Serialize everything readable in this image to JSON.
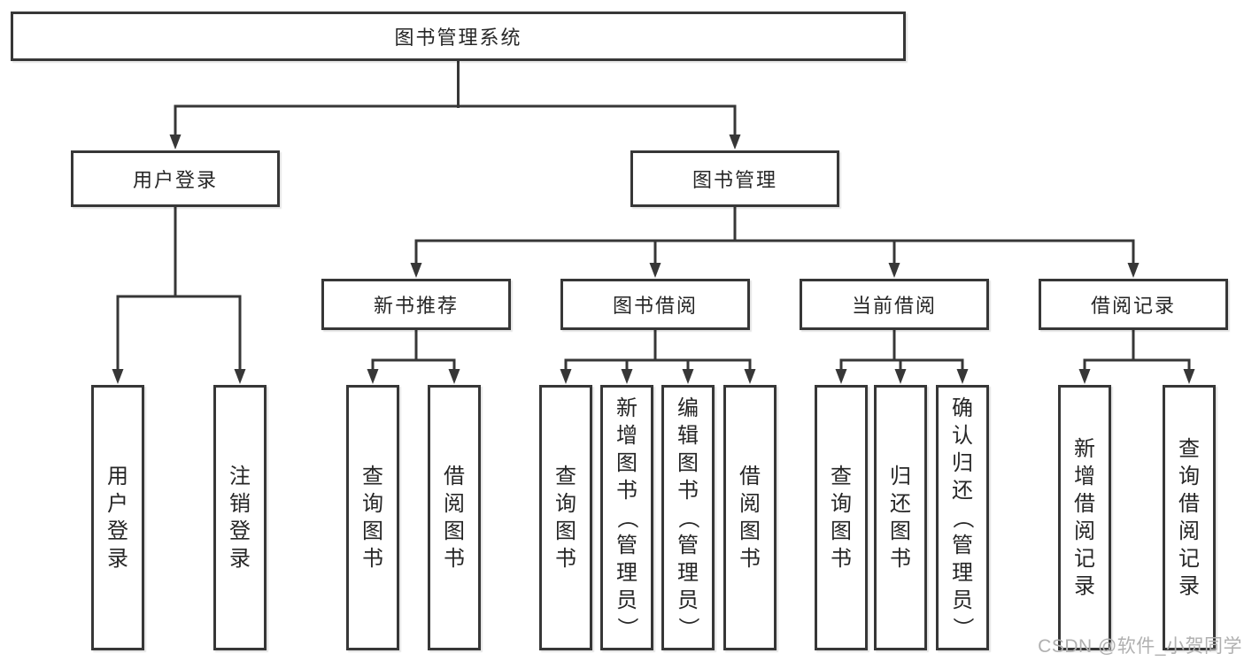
{
  "title": "图书管理系统",
  "nodes": {
    "root": "图书管理系统",
    "user_login": "用户登录",
    "book_management": "图书管理",
    "new_book_recommend": "新书推荐",
    "book_borrow": "图书借阅",
    "current_borrow": "当前借阅",
    "borrow_records": "借阅记录",
    "user_login_leaf": "用户登录",
    "logout_leaf": "注销登录",
    "query_books_nb": "查询图书",
    "borrow_books_nb": "借阅图书",
    "query_books_bb": "查询图书",
    "add_books_admin": "新增图书（管理员）",
    "edit_books_admin": "编辑图书（管理员）",
    "borrow_books_bb": "借阅图书",
    "query_books_cb": "查询图书",
    "return_books": "归还图书",
    "confirm_return_admin": "确认归还（管理员）",
    "add_borrow_record": "新增借阅记录",
    "query_borrow_record": "查询借阅记录"
  },
  "hierarchy": {
    "图书管理系统": {
      "用户登录": [
        "用户登录",
        "注销登录"
      ],
      "图书管理": {
        "新书推荐": [
          "查询图书",
          "借阅图书"
        ],
        "图书借阅": [
          "查询图书",
          "新增图书（管理员）",
          "编辑图书（管理员）",
          "借阅图书"
        ],
        "当前借阅": [
          "查询图书",
          "归还图书",
          "确认归还（管理员）"
        ],
        "借阅记录": [
          "新增借阅记录",
          "查询借阅记录"
        ]
      }
    }
  },
  "watermark": "CSDN @软件_小贺同学",
  "colors": {
    "line": "#373737",
    "text": "#262626",
    "watermark": "#b0b0b0",
    "background": "#ffffff"
  }
}
